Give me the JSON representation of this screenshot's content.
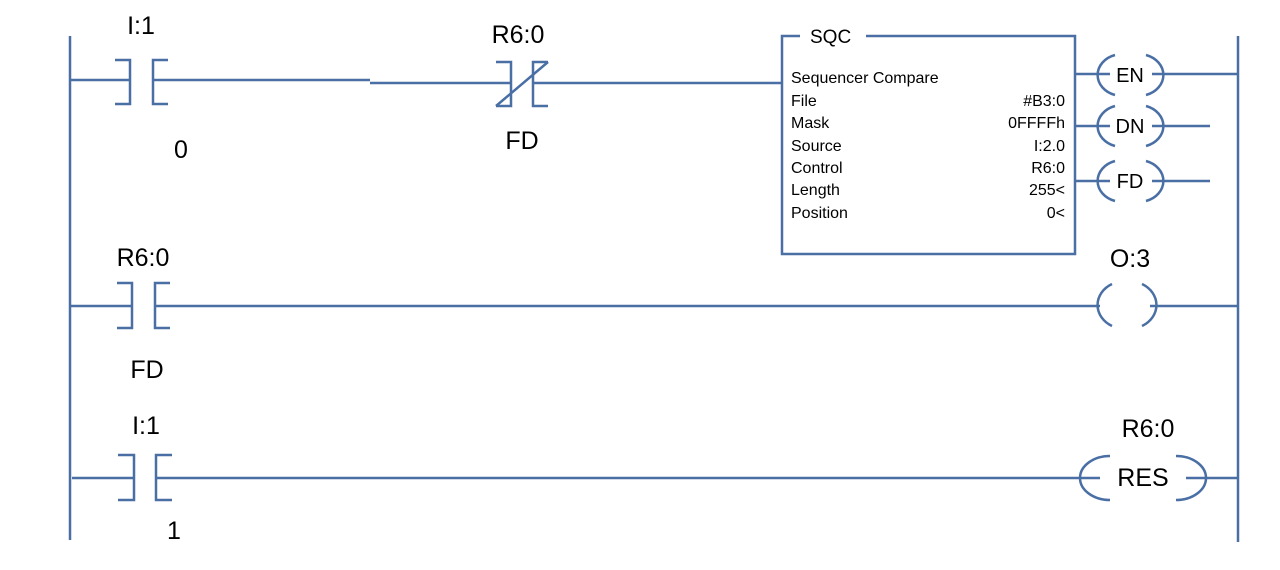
{
  "rung1": {
    "contact1": {
      "address": "I:1",
      "bit": "0"
    },
    "contact2": {
      "address": "R6:0",
      "bit": "FD"
    },
    "sqc": {
      "title": "SQC",
      "heading": "Sequencer Compare",
      "rows": [
        {
          "label": "File",
          "value": "#B3:0"
        },
        {
          "label": "Mask",
          "value": "0FFFFh"
        },
        {
          "label": "Source",
          "value": "I:2.0"
        },
        {
          "label": "Control",
          "value": "R6:0"
        },
        {
          "label": "Length",
          "value": "255<"
        },
        {
          "label": "Position",
          "value": "0<"
        }
      ]
    },
    "outputs": [
      "EN",
      "DN",
      "FD"
    ]
  },
  "rung2": {
    "contact": {
      "address": "R6:0",
      "bit": "FD"
    },
    "coil": {
      "address": "O:3"
    }
  },
  "rung3": {
    "contact": {
      "address": "I:1",
      "bit": "1"
    },
    "coil": {
      "address": "R6:0",
      "label": "RES"
    }
  }
}
